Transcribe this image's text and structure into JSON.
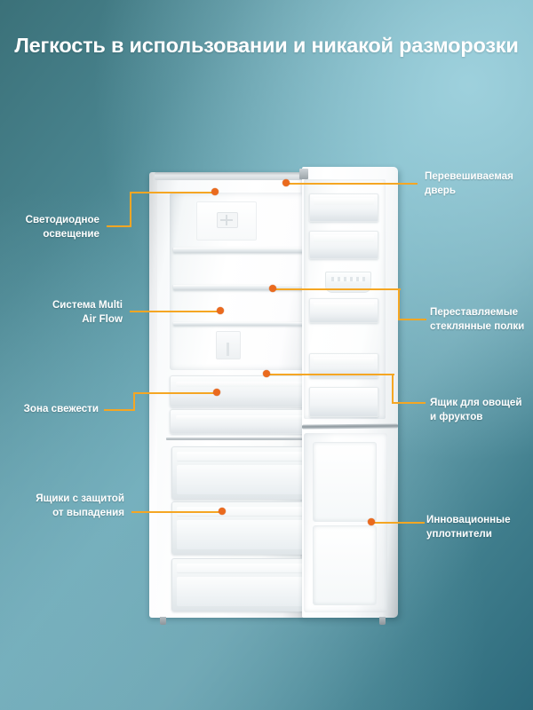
{
  "title": "Легкость в использовании и никакой разморозки",
  "colors": {
    "background_dark_teal": "#3b7179",
    "background_light_blue": "#88c0ce",
    "background_bottom_right": "#2d6a7c",
    "connector_line": "#f5a623",
    "connector_dot": "#ea6a1e",
    "title_text": "#ffffff",
    "label_text": "#ffffff"
  },
  "labels": {
    "left": [
      {
        "id": "led-lighting",
        "text": "Светодиодное\nосвещение"
      },
      {
        "id": "multi-air-flow",
        "text": "Система Multi\nAir Flow"
      },
      {
        "id": "fresh-zone",
        "text": "Зона свежести"
      },
      {
        "id": "anti-fall-drawers",
        "text": "Ящики с защитой\nот выпадения"
      }
    ],
    "right": [
      {
        "id": "reversible-door",
        "text": "Перевешиваемая\nдверь"
      },
      {
        "id": "adjustable-glass-shelves",
        "text": "Переставляемые\nстеклянные полки"
      },
      {
        "id": "vegetable-fruit-drawer",
        "text": "Ящик для овощей\nи фруктов"
      },
      {
        "id": "innovative-seals",
        "text": "Инновационные\nуплотнители"
      }
    ]
  },
  "product": {
    "name": "refrigerator-open-door",
    "type": "bottom-freezer-refrigerator"
  }
}
